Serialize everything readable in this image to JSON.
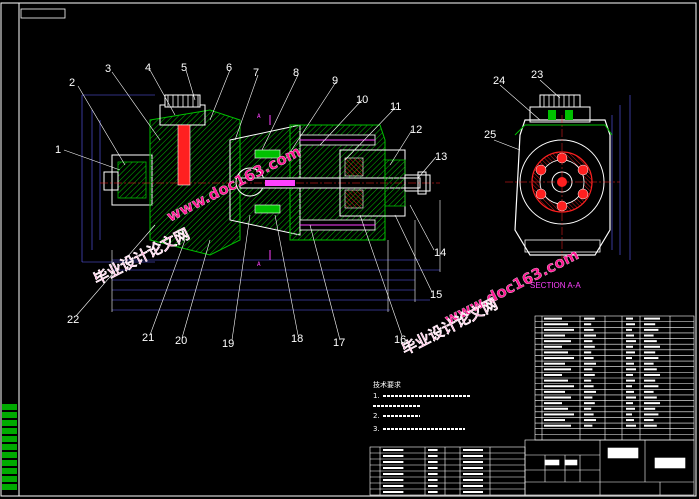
{
  "part_numbers_left": [
    "1",
    "2",
    "3",
    "4",
    "5",
    "6",
    "7",
    "8",
    "9",
    "10",
    "11",
    "12",
    "13",
    "14",
    "15",
    "16",
    "17",
    "18",
    "19",
    "20",
    "21",
    "22"
  ],
  "part_numbers_right": [
    "24",
    "23",
    "25"
  ],
  "section_marker": "A",
  "section_label": "SECTION A-A",
  "tech_notes": {
    "title": "技术要求",
    "lines": [
      "1.",
      "2.",
      "3."
    ]
  },
  "watermark": {
    "line1": "毕业设计论文网",
    "line2": "www.doc163.com"
  },
  "colors": {
    "background": "#000000",
    "outline": "#ffffff",
    "hatch_green": "#00c000",
    "blue_dim": "#6060ff",
    "magenta": "#ff40ff",
    "red_part": "#ff2020",
    "yellow": "#ffff00",
    "watermark": "#ff1493"
  }
}
